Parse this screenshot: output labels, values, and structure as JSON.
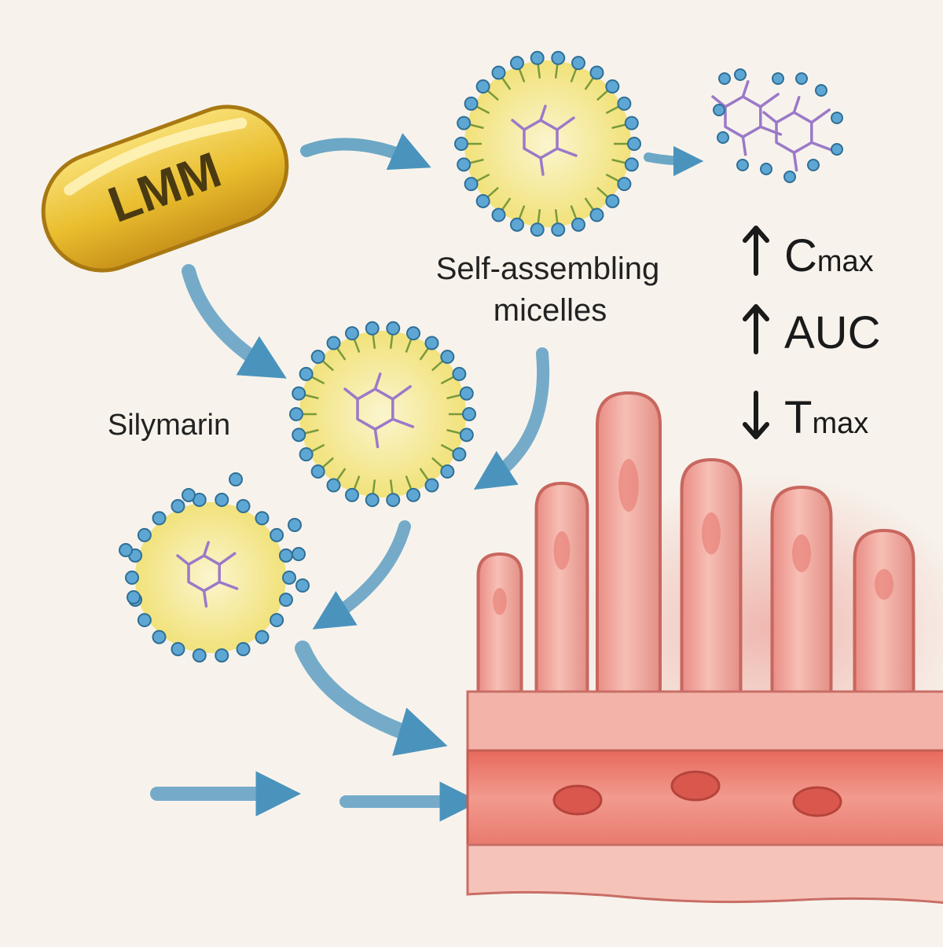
{
  "capsule": {
    "label": "LMM",
    "color": "#e9bd2e"
  },
  "labels": {
    "micelles_line1": "Self-assembling",
    "micelles_line2": "micelles",
    "drug": "Silymarin"
  },
  "pk_effects": [
    {
      "arrow": "up",
      "main": "C",
      "sub": "max"
    },
    {
      "arrow": "up",
      "main": "AUC",
      "sub": ""
    },
    {
      "arrow": "down",
      "main": "T",
      "sub": "max"
    }
  ],
  "colors": {
    "arrow": "#4a93bd",
    "micelle_core": "#f7ec9a",
    "micelle_head": "#5ea7d4",
    "molecule": "#9b79c8",
    "villi": "#ef9f96",
    "blood_vessel": "#e57366"
  }
}
